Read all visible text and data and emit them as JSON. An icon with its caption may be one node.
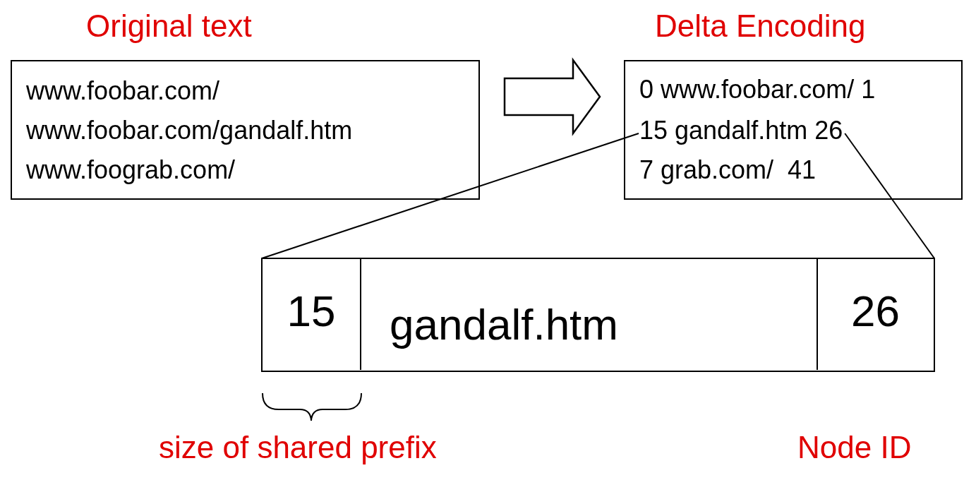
{
  "diagram": {
    "nodes": [
      {
        "text": [
          "Original text",
          "www.foobar.com/",
          "www.foobar.com/gandalf.htm",
          "www.foograb.com/"
        ]
      },
      {
        "text": [
          "Delta Encoding"
        ]
      },
      {
        "text": [
          "0 www.foobar.com/ 1"
        ],
        "in": 1
      },
      {
        "text": [
          "15 gandalf.htm 26"
        ],
        "in": 1
      },
      {
        "text": [
          "7 grab.com/  41"
        ],
        "in": 1
      },
      {
        "text": [],
        "shape": "box"
      },
      {
        "text": [
          "15"
        ],
        "in": 5
      },
      {
        "text": [
          "gandalf.htm"
        ],
        "in": 5
      },
      {
        "text": [
          "26"
        ],
        "in": 5
      }
    ],
    "edges": [
      {
        "from": 0,
        "to": 1,
        "arrow": "to",
        "style": "thick"
      },
      {
        "from": 3,
        "to": 5,
        "arrow": "none"
      },
      {
        "from": 3,
        "to": 5,
        "arrow": "none"
      }
    ],
    "labels": [
      "size of shared prefix",
      "Node ID"
    ]
  }
}
